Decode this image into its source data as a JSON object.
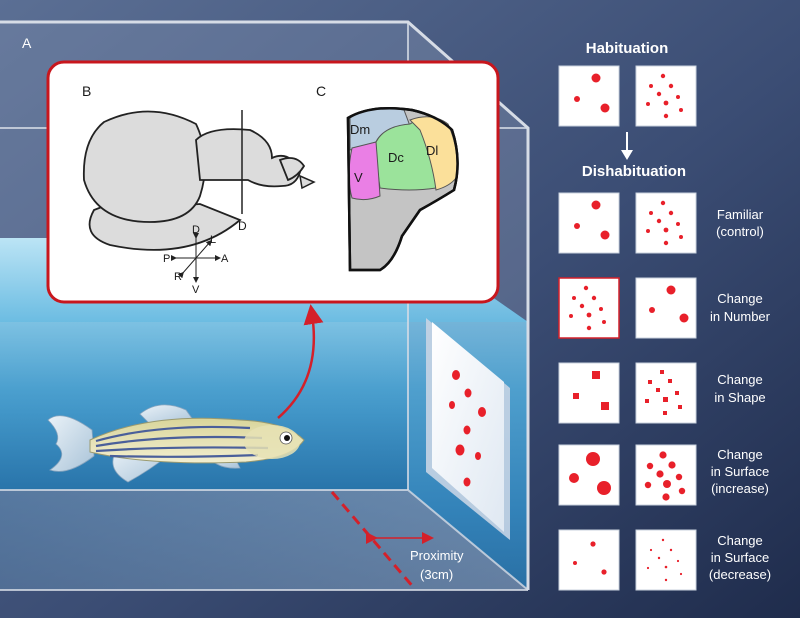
{
  "panel_labels": {
    "a": "A",
    "b": "B",
    "c": "C"
  },
  "brain_section_label": "D",
  "compass": {
    "dorsal": "D",
    "ventral": "V",
    "anterior": "A",
    "posterior": "P",
    "left": "L",
    "right": "R"
  },
  "regions": {
    "dm": "Dm",
    "dc": "Dc",
    "dl": "Dl",
    "v": "V"
  },
  "region_colors": {
    "dm": "#b9cde0",
    "dc": "#9be39b",
    "dl": "#fbe09a",
    "v": "#ea7fe5",
    "gray": "#c4c4c4"
  },
  "dot_color": "#e8202a",
  "accent_red": "#d4202a",
  "habituation_title": "Habituation",
  "dishabituation_title": "Dishabituation",
  "conditions": [
    {
      "label_line1": "Familiar",
      "label_line2": "(control)"
    },
    {
      "label_line1": "Change",
      "label_line2": "in Number"
    },
    {
      "label_line1": "Change",
      "label_line2": "in Shape"
    },
    {
      "label_line1": "Change",
      "label_line2": "in Surface",
      "label_line3": "(increase)"
    },
    {
      "label_line1": "Change",
      "label_line2": "in Surface",
      "label_line3": "(decrease)"
    }
  ],
  "proximity_label": "Proximity",
  "proximity_value": "(3cm)"
}
